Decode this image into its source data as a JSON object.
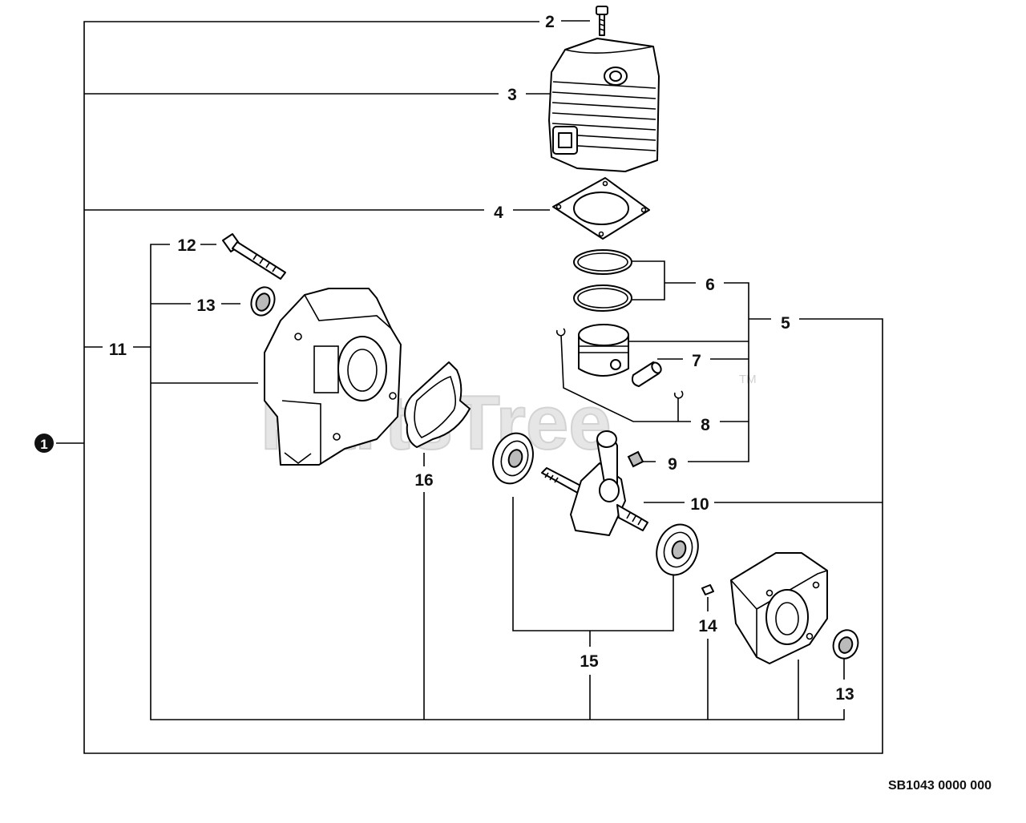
{
  "watermark": {
    "text": "PartsTree",
    "tm": "TM"
  },
  "diagram_code": "SB1043 0000 000",
  "assembly_marker": "1",
  "callouts": {
    "c2": "2",
    "c3": "3",
    "c4": "4",
    "c5": "5",
    "c6": "6",
    "c7": "7",
    "c8": "8",
    "c9": "9",
    "c10": "10",
    "c11": "11",
    "c12": "12",
    "c13a": "13",
    "c13b": "13",
    "c14": "14",
    "c15": "15",
    "c16": "16"
  }
}
